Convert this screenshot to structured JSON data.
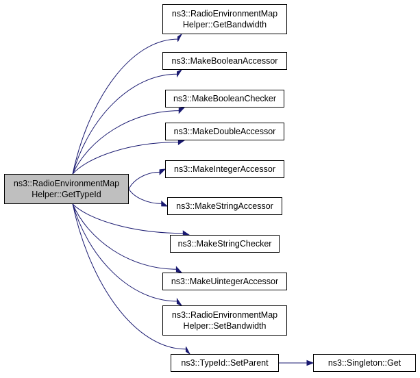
{
  "nodes": {
    "root": [
      "ns3::RadioEnvironmentMap",
      "Helper::GetTypeId"
    ],
    "get_bandwidth": [
      "ns3::RadioEnvironmentMap",
      "Helper::GetBandwidth"
    ],
    "make_boolean_accessor": [
      "ns3::MakeBooleanAccessor"
    ],
    "make_boolean_checker": [
      "ns3::MakeBooleanChecker"
    ],
    "make_double_accessor": [
      "ns3::MakeDoubleAccessor"
    ],
    "make_integer_accessor": [
      "ns3::MakeIntegerAccessor"
    ],
    "make_string_accessor": [
      "ns3::MakeStringAccessor"
    ],
    "make_string_checker": [
      "ns3::MakeStringChecker"
    ],
    "make_uinteger_accessor": [
      "ns3::MakeUintegerAccessor"
    ],
    "set_bandwidth": [
      "ns3::RadioEnvironmentMap",
      "Helper::SetBandwidth"
    ],
    "typeid_set_parent": [
      "ns3::TypeId::SetParent"
    ],
    "singleton_get": [
      "ns3::Singleton::Get"
    ]
  },
  "edges": [
    [
      "root",
      "get_bandwidth"
    ],
    [
      "root",
      "make_boolean_accessor"
    ],
    [
      "root",
      "make_boolean_checker"
    ],
    [
      "root",
      "make_double_accessor"
    ],
    [
      "root",
      "make_integer_accessor"
    ],
    [
      "root",
      "make_string_accessor"
    ],
    [
      "root",
      "make_string_checker"
    ],
    [
      "root",
      "make_uinteger_accessor"
    ],
    [
      "root",
      "set_bandwidth"
    ],
    [
      "root",
      "typeid_set_parent"
    ],
    [
      "typeid_set_parent",
      "singleton_get"
    ]
  ],
  "colors": {
    "edge": "#191970",
    "root_fill": "#bfbfbf",
    "node_fill": "#ffffff",
    "border": "#000000"
  }
}
